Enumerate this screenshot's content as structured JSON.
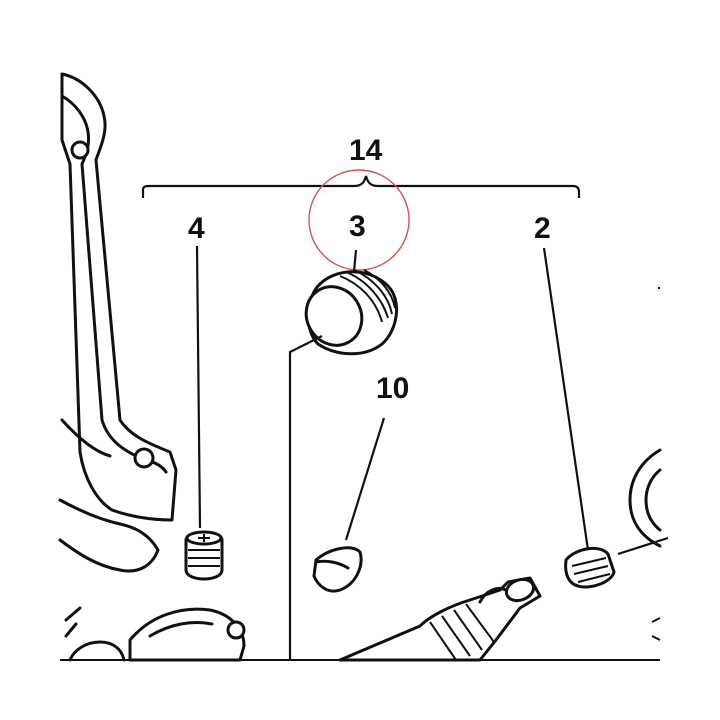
{
  "callouts": {
    "group": "14",
    "part_4": "4",
    "part_3": "3",
    "part_2": "2",
    "part_10": "10"
  },
  "highlight": {
    "target": "3",
    "color": "#d9534f"
  }
}
